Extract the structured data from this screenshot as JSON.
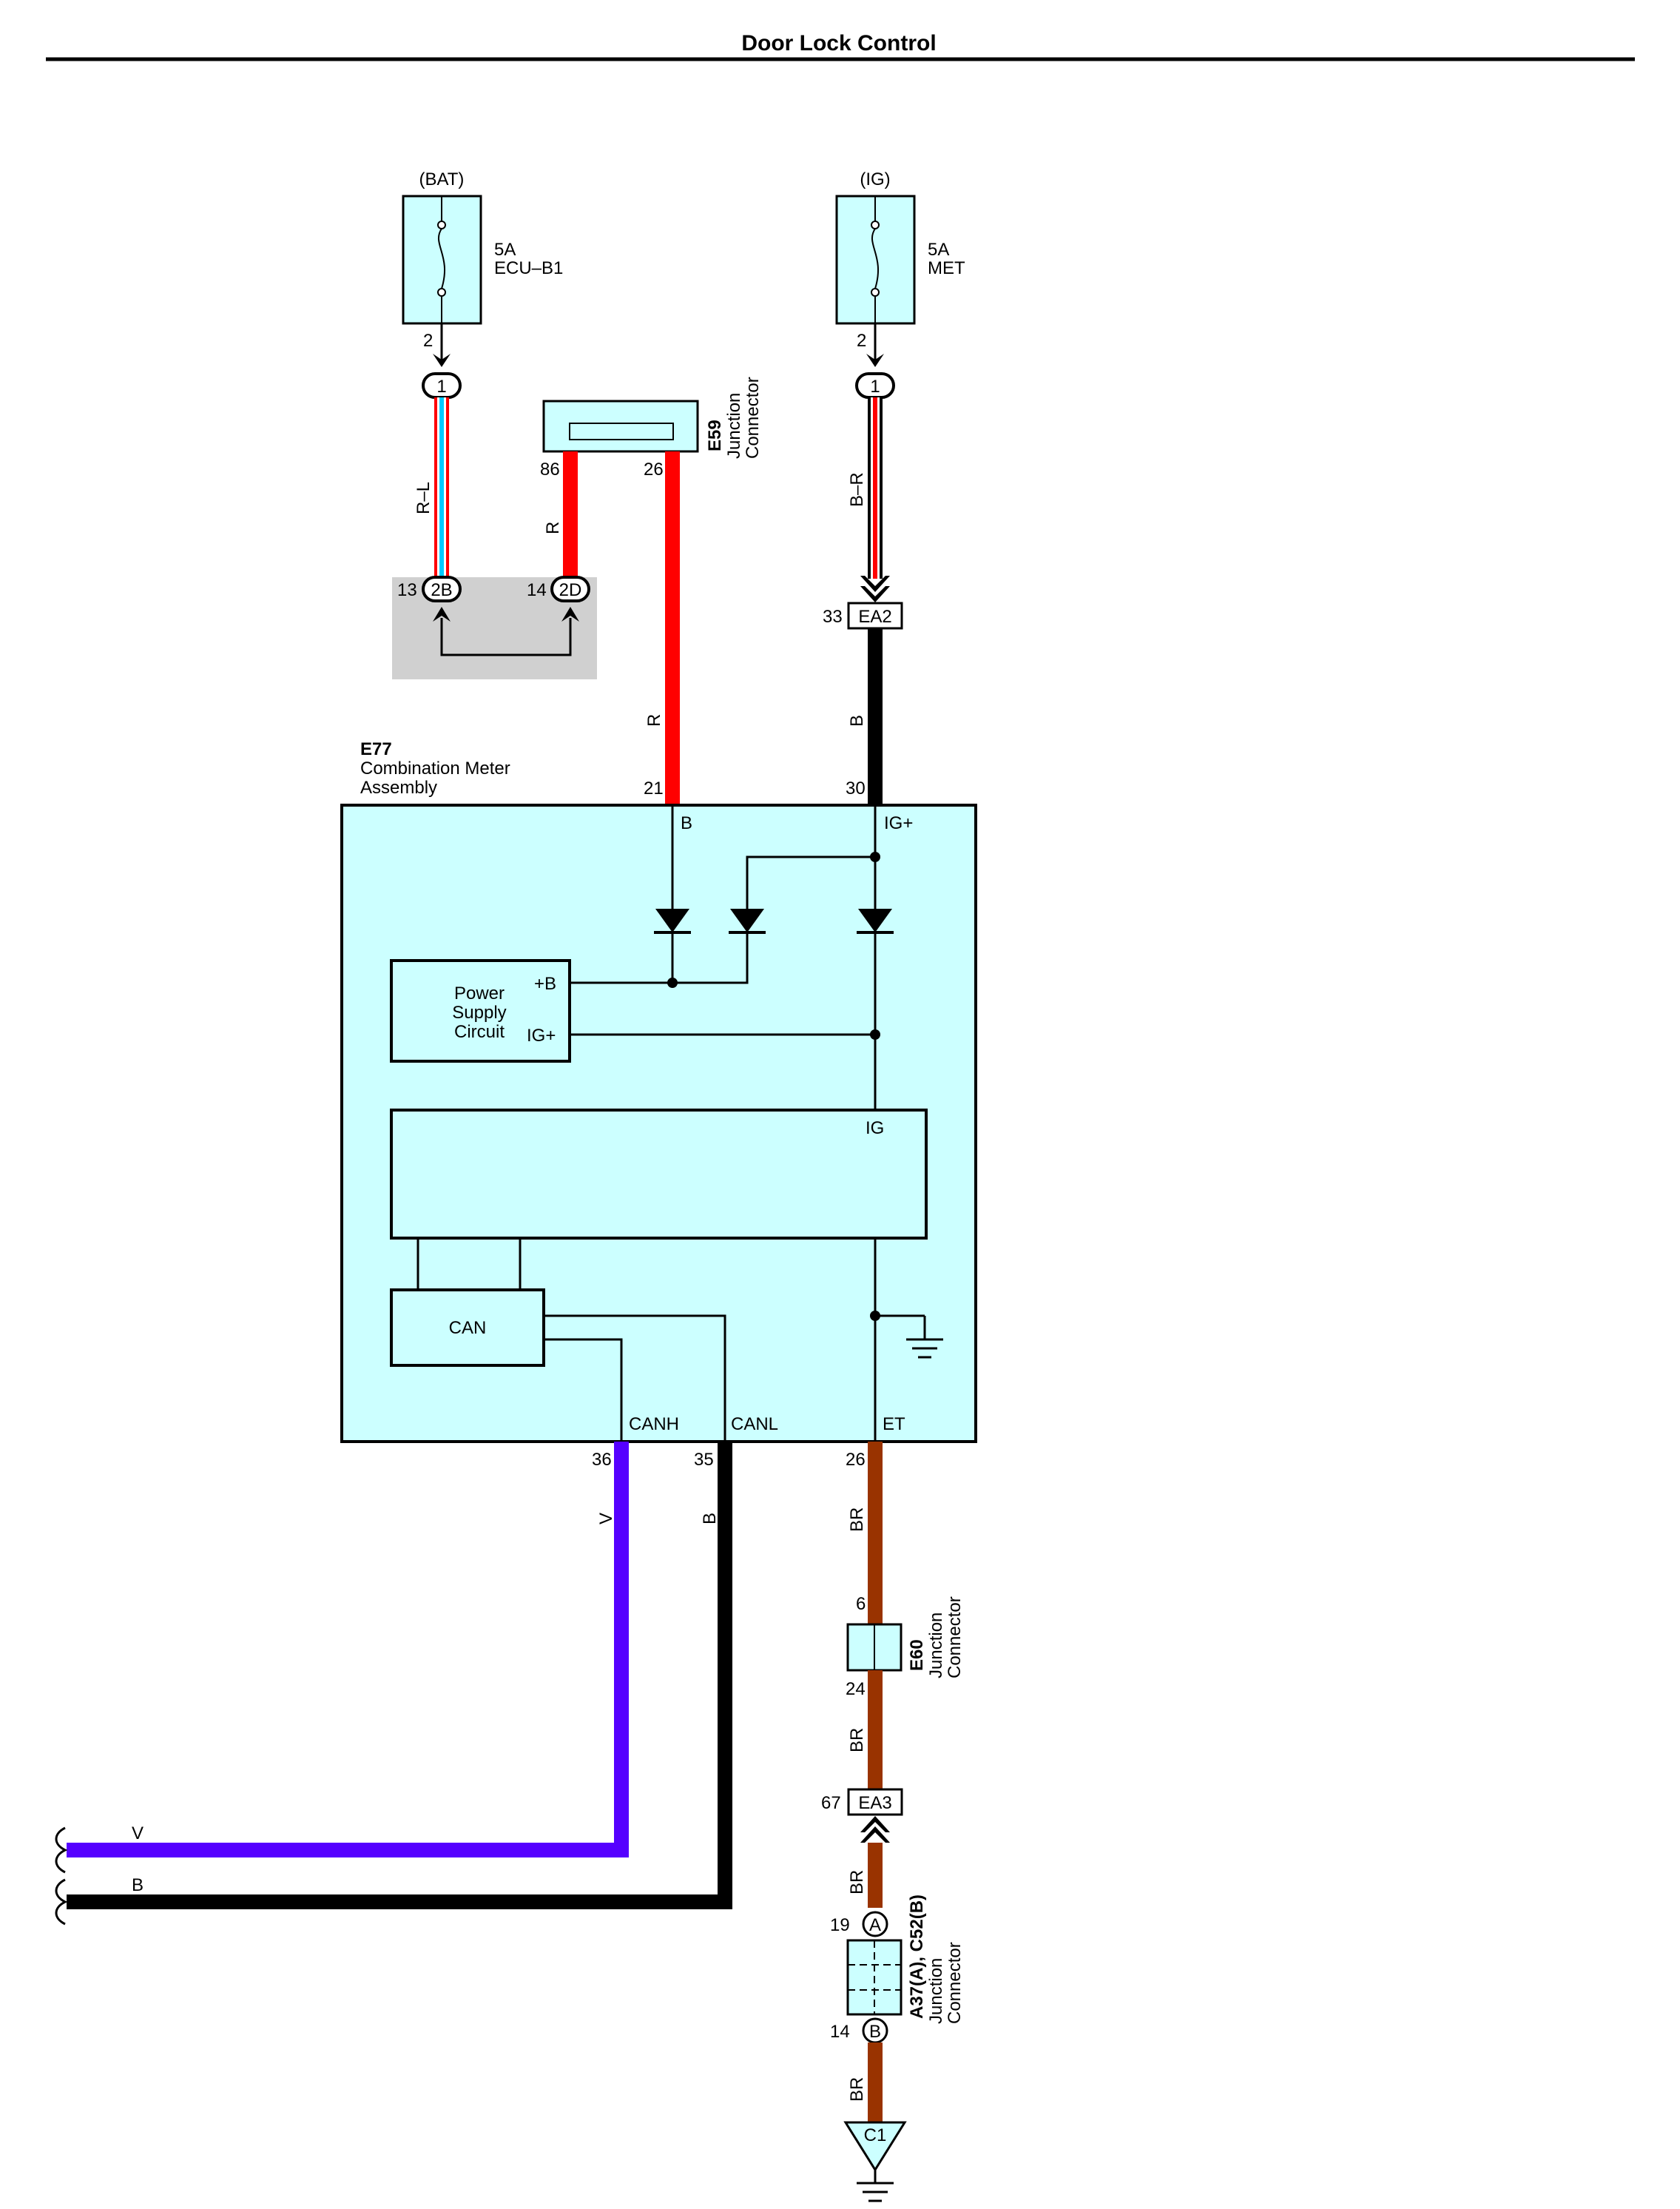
{
  "title": "Door Lock Control",
  "colors": {
    "box_fill": "#ccffff",
    "shaded_fill": "#d0d0d0",
    "red": "#ff0000",
    "black": "#000000",
    "violet": "#5500ff",
    "brown": "#993300",
    "light_blue": "#00ccff"
  },
  "fuses": {
    "bat": {
      "source": "(BAT)",
      "rating": "5A",
      "name": "ECU–B1",
      "pin": "2",
      "connector_pin": "1"
    },
    "ig": {
      "source": "(IG)",
      "rating": "5A",
      "name": "MET",
      "pin": "2",
      "connector_pin": "1"
    }
  },
  "wires": {
    "r_l": "R–L",
    "r_86": "R",
    "r_26": "R",
    "b_r": "B–R",
    "b_30": "B",
    "v_36": "V",
    "b_35": "B",
    "br_26": "BR",
    "br_24": "BR",
    "br_67": "BR",
    "br_14": "BR",
    "v_left": "V",
    "b_left": "B"
  },
  "junction_e59": {
    "code": "E59",
    "line1": "Junction",
    "line2": "Connector",
    "pin_left": "86",
    "pin_right": "26"
  },
  "junction_2b2d": {
    "pin_2b": "13",
    "label_2b": "2B",
    "pin_2d": "14",
    "label_2d": "2D"
  },
  "ea2": {
    "label": "EA2",
    "pin": "33"
  },
  "e77": {
    "code": "E77",
    "line1": "Combination Meter",
    "line2": "Assembly",
    "pin_b": "21",
    "pin_ig": "30",
    "term_b": "B",
    "term_ig": "IG+",
    "ps_line1": "Power",
    "ps_line2": "Supply",
    "ps_line3": "Circuit",
    "ps_b": "+B",
    "ps_ig": "IG+",
    "ig_label": "IG",
    "can": "CAN",
    "canh": "CANH",
    "canl": "CANL",
    "et": "ET",
    "pin_canh": "36",
    "pin_canl": "35",
    "pin_et": "26"
  },
  "junction_e60": {
    "code": "E60",
    "line1": "Junction",
    "line2": "Connector",
    "pin_top": "6",
    "pin_bottom": "24"
  },
  "ea3": {
    "label": "EA3",
    "pin": "67"
  },
  "junction_a37": {
    "code": "A37(A), C52(B)",
    "line1": "Junction",
    "line2": "Connector",
    "pin_a": "19",
    "label_a": "A",
    "pin_b": "14",
    "label_b": "B"
  },
  "ground": {
    "label": "C1"
  }
}
